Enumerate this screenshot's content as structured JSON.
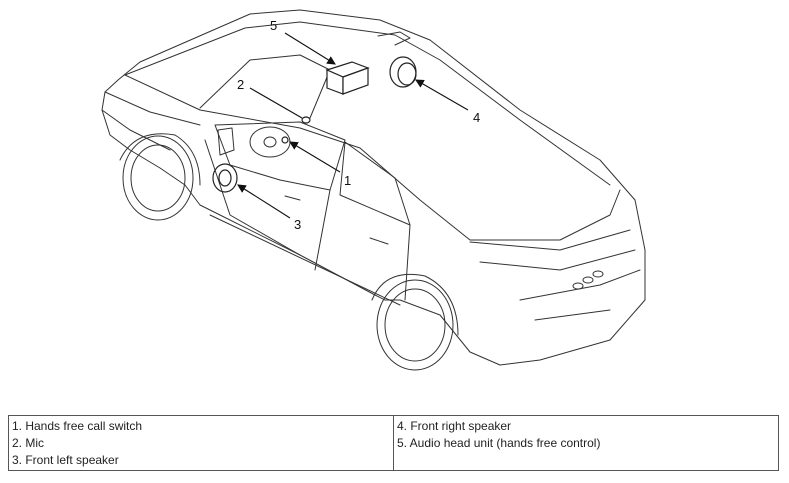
{
  "callouts": [
    {
      "number": "1"
    },
    {
      "number": "2"
    },
    {
      "number": "3"
    },
    {
      "number": "4"
    },
    {
      "number": "5"
    }
  ],
  "legend": {
    "left": [
      "1. Hands free call switch",
      "2. Mic",
      "3. Front left speaker"
    ],
    "right": [
      "4. Front right speaker",
      "5. Audio head unit (hands free control)"
    ]
  }
}
